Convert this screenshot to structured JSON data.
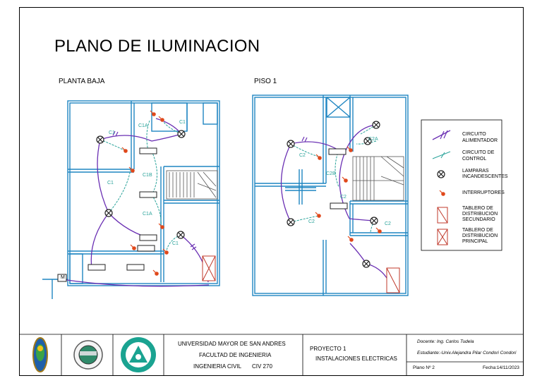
{
  "title": "PLANO DE ILUMINACION",
  "plans": {
    "ground": "PLANTA BAJA",
    "first": "PISO 1"
  },
  "circuit_labels": {
    "c1": "C1",
    "c1a": "C1A",
    "c1b": "C1B",
    "c2": "C2",
    "c2a": "C2A",
    "c2b": "C2B",
    "m": "M"
  },
  "legend": {
    "feeder": [
      "CIRCUITO",
      "ALIMENTADOR"
    ],
    "control": [
      "CIRCUITO DE",
      "CONTROL"
    ],
    "lamps": [
      "LAMPARAS",
      "INCANDESCENTES"
    ],
    "switches": [
      "INTERRUPTORES"
    ],
    "secondary_board": [
      "TABLERO DE",
      "DISTRIBUCION",
      "SECUNDARIO"
    ],
    "main_board": [
      "TABLERO DE",
      "DISTRIBUCION",
      "PRINCIPAL"
    ]
  },
  "title_block": {
    "university": "UNIVERSIDAD MAYOR DE SAN ANDRES",
    "faculty": "FACULTAD DE INGENIERIA",
    "career": "INGENIERIA CIVIL",
    "course": "CIV 270",
    "project": "PROYECTO 1",
    "subject": "INSTALACIONES ELECTRICAS",
    "teacher": "Docente: Ing. Carlos Tudela",
    "student": "Estudiante:-Univ.Alejandra Pilar Condori Condori",
    "plan_no": "Plano Nº 2",
    "date": "Fecha:14/11/2023"
  },
  "colors": {
    "wall": "#1f86c2",
    "feeder": "#6a2fb3",
    "control": "#2aa39a",
    "switch": "#e0481b",
    "board": "#c0392b"
  }
}
